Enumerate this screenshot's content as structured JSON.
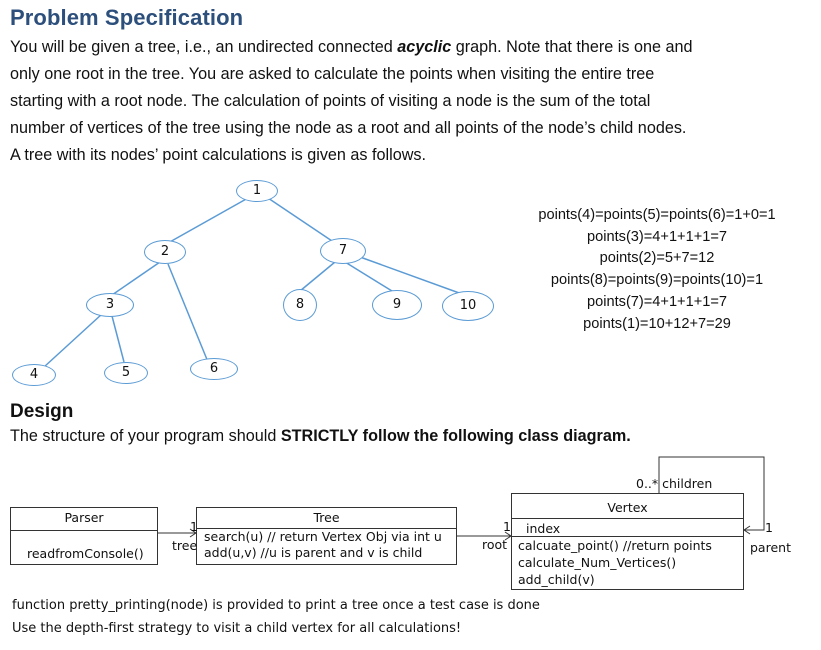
{
  "spec": {
    "title": "Problem Specification",
    "line1a": "You will be given a tree, i.e., an undirected connected ",
    "line1b": "acyclic",
    "line1c": " graph. Note that there is one and",
    "line2": "only one root in the tree. You are asked to calculate the points when visiting the entire tree",
    "line3": "starting with a root node. The calculation of points of visiting a node is the sum of the total",
    "line4": "number of vertices of the tree using the node as a root and all points of the node’s child nodes.",
    "line5": "A tree with its nodes’ point calculations is given as follows."
  },
  "tree": {
    "nodes": {
      "n1": "1",
      "n2": "2",
      "n3": "3",
      "n4": "4",
      "n5": "5",
      "n6": "6",
      "n7": "7",
      "n8": "8",
      "n9": "9",
      "n10": "10"
    }
  },
  "calculations": [
    "points(4)=points(5)=points(6)=1+0=1",
    "points(3)=4+1+1+1=7",
    "points(2)=5+7=12",
    "points(8)=points(9)=points(10)=1",
    "points(7)=4+1+1+1=7",
    "points(1)=10+12+7=29"
  ],
  "design": {
    "title": "Design",
    "text_a": "The structure of your program should ",
    "text_b": "STRICTLY follow the following class diagram."
  },
  "diagram": {
    "parser": {
      "name": "Parser",
      "method": "readfromConsole()"
    },
    "tree": {
      "name": "Tree",
      "method1": "search(u) // return Vertex Obj via int u",
      "method2": "add(u,v) //u is parent and v is child"
    },
    "vertex": {
      "name": "Vertex",
      "field": "index",
      "method1": "calcuate_point() //return points",
      "method2": "calculate_Num_Vertices()",
      "method3": "add_child(v)"
    },
    "labels": {
      "parser_tree_mult": "1",
      "parser_tree_role": "tree",
      "tree_vertex_mult": "1",
      "tree_vertex_role": "root",
      "children": "0..* children",
      "parent_mult": "1",
      "parent_role": "parent"
    }
  },
  "notes": {
    "line1": "function pretty_printing(node) is provided to print a tree once a test case is done",
    "line2": "Use the depth-first strategy to visit a child vertex for all calculations!"
  },
  "colors": {
    "title": "#2c4f7c",
    "tree_edge": "#5b9bd5",
    "node_border": "#5b9bd5"
  }
}
